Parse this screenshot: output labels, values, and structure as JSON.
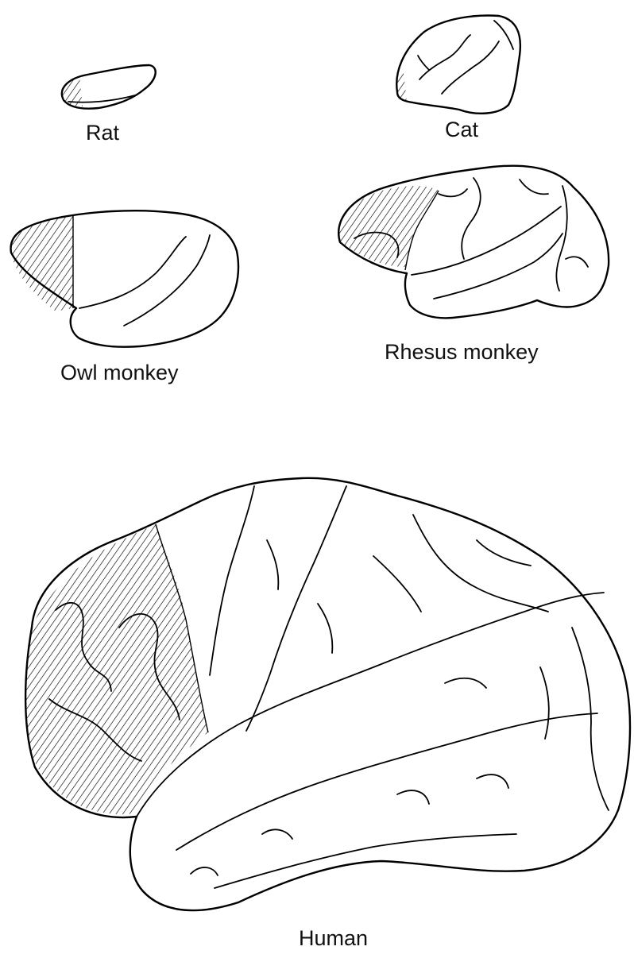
{
  "labels": {
    "rat": "Rat",
    "cat": "Cat",
    "owl_monkey": "Owl monkey",
    "rhesus_monkey": "Rhesus monkey",
    "human": "Human"
  },
  "colors": {
    "line": "#000000",
    "background": "#ffffff"
  }
}
